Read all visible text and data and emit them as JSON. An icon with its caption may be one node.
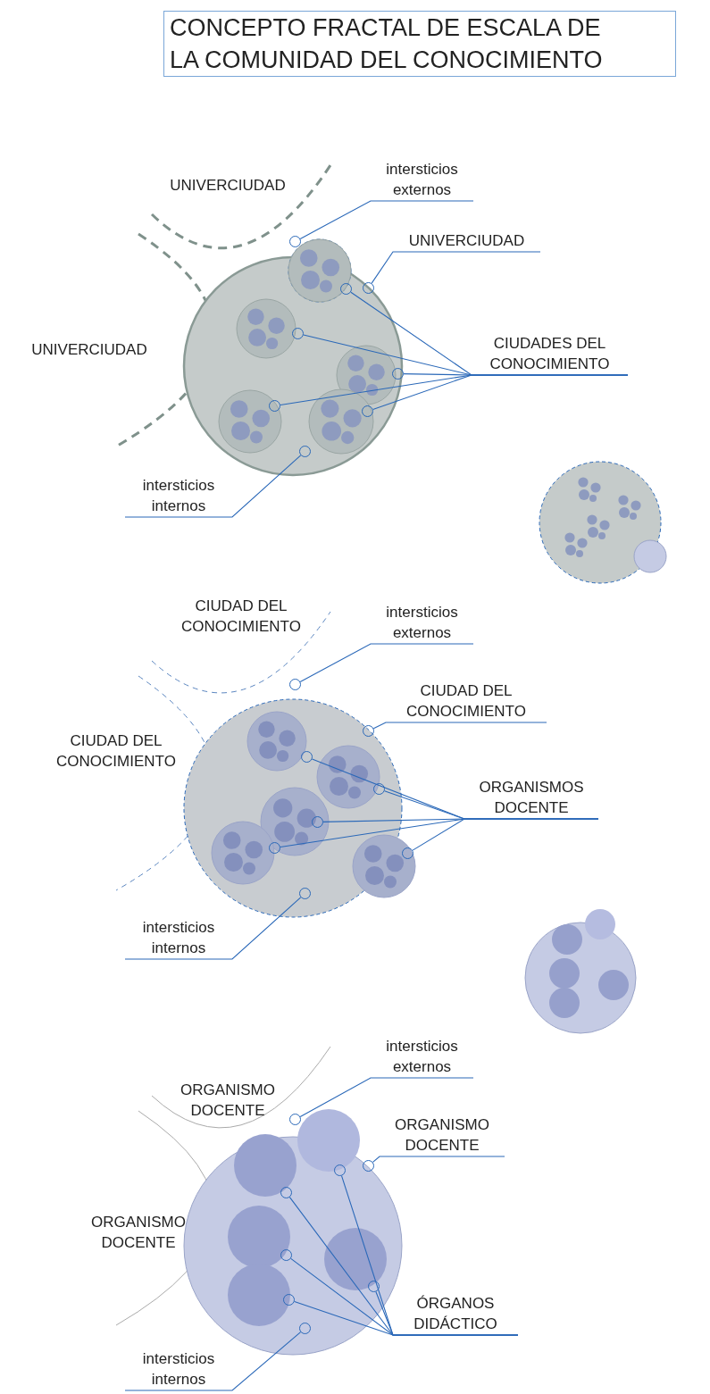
{
  "diagram": {
    "title": "CONCEPTO FRACTAL DE ESCALA DE LA COMUNIDAD DEL CONOCIMIENTO",
    "nodes": [
      {
        "text": [
          "intersticios externos"
        ]
      },
      {
        "text": [],
        "shape": "circle"
      },
      {
        "text": [
          "UNIVERCIUDAD"
        ]
      },
      {
        "text": [],
        "shape": "circle"
      },
      {
        "text": [
          "CIUDADES DEL CONOCIMIENTO"
        ]
      },
      {
        "text": [],
        "shape": "circle"
      },
      {
        "text": [],
        "shape": "circle"
      },
      {
        "text": [],
        "shape": "circle"
      },
      {
        "text": [],
        "shape": "circle"
      },
      {
        "text": [],
        "shape": "circle"
      },
      {
        "text": [
          "intersticios internos"
        ]
      },
      {
        "text": [],
        "shape": "circle"
      },
      {
        "text": [
          "intersticios externos"
        ]
      },
      {
        "text": [],
        "shape": "circle"
      },
      {
        "text": [
          "CIUDAD DEL CONOCIMIENTO"
        ]
      },
      {
        "text": [],
        "shape": "circle"
      },
      {
        "text": [
          "ORGANISMOS DOCENTE"
        ]
      },
      {
        "text": [],
        "shape": "circle"
      },
      {
        "text": [],
        "shape": "circle"
      },
      {
        "text": [],
        "shape": "circle"
      },
      {
        "text": [],
        "shape": "circle"
      },
      {
        "text": [],
        "shape": "circle"
      },
      {
        "text": [
          "intersticios internos"
        ]
      },
      {
        "text": [],
        "shape": "circle"
      },
      {
        "text": [
          "intersticios externos"
        ]
      },
      {
        "text": [],
        "shape": "circle"
      },
      {
        "text": [
          "ORGANISMO DOCENTE"
        ]
      },
      {
        "text": [],
        "shape": "circle"
      },
      {
        "text": [
          "ÓRGANOS DIDÁCTICO"
        ]
      },
      {
        "text": [],
        "shape": "circle"
      },
      {
        "text": [],
        "shape": "circle"
      },
      {
        "text": [],
        "shape": "circle"
      },
      {
        "text": [],
        "shape": "circle"
      },
      {
        "text": [],
        "shape": "circle"
      },
      {
        "text": [
          "intersticios internos"
        ]
      },
      {
        "text": [],
        "shape": "circle"
      }
    ],
    "edges": [
      {
        "from": 0,
        "to": 1,
        "arrow": "none"
      },
      {
        "from": 2,
        "to": 3,
        "arrow": "none"
      },
      {
        "from": 4,
        "to": 5,
        "arrow": "none"
      },
      {
        "from": 4,
        "to": 6,
        "arrow": "none"
      },
      {
        "from": 4,
        "to": 7,
        "arrow": "none"
      },
      {
        "from": 4,
        "to": 8,
        "arrow": "none"
      },
      {
        "from": 4,
        "to": 9,
        "arrow": "none"
      },
      {
        "from": 10,
        "to": 11,
        "arrow": "none"
      },
      {
        "from": 12,
        "to": 13,
        "arrow": "none"
      },
      {
        "from": 14,
        "to": 15,
        "arrow": "none"
      },
      {
        "from": 16,
        "to": 17,
        "arrow": "none"
      },
      {
        "from": 16,
        "to": 18,
        "arrow": "none"
      },
      {
        "from": 16,
        "to": 19,
        "arrow": "none"
      },
      {
        "from": 16,
        "to": 20,
        "arrow": "none"
      },
      {
        "from": 16,
        "to": 21,
        "arrow": "none"
      },
      {
        "from": 22,
        "to": 23,
        "arrow": "none"
      },
      {
        "from": 24,
        "to": 25,
        "arrow": "none"
      },
      {
        "from": 26,
        "to": 27,
        "arrow": "none"
      },
      {
        "from": 28,
        "to": 29,
        "arrow": "none"
      },
      {
        "from": 28,
        "to": 30,
        "arrow": "none"
      },
      {
        "from": 28,
        "to": 31,
        "arrow": "none"
      },
      {
        "from": 28,
        "to": 32,
        "arrow": "none"
      },
      {
        "from": 28,
        "to": 33,
        "arrow": "none"
      },
      {
        "from": 34,
        "to": 35,
        "arrow": "none"
      }
    ],
    "labels": [
      "UNIVERCIUDAD",
      "UNIVERCIUDAD",
      "CIUDAD DEL CONOCIMIENTO",
      "CIUDAD DEL CONOCIMIENTO",
      "ORGANISMO DOCENTE",
      "ORGANISMO DOCENTE"
    ]
  }
}
